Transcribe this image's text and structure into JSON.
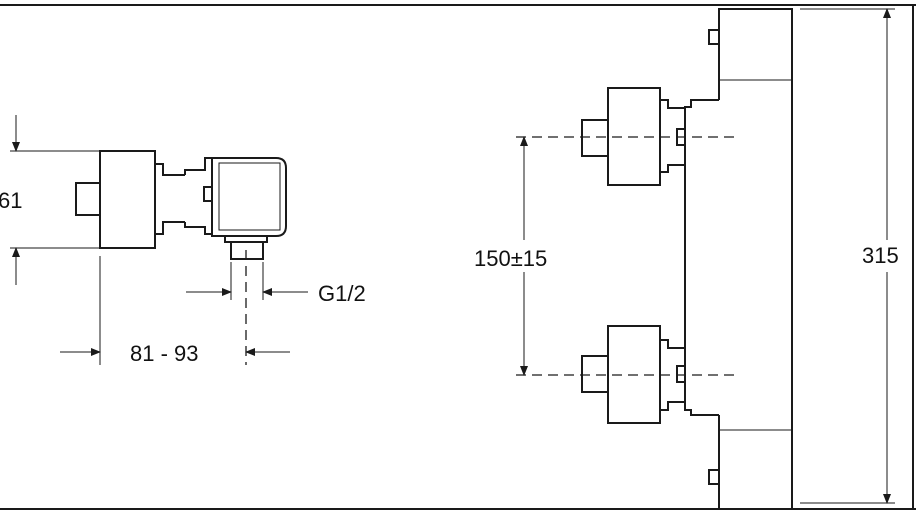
{
  "dimensions": {
    "height_left": "61",
    "thread": "G1/2",
    "depth": "81 - 93",
    "center_distance": "150±15",
    "overall_height": "315"
  },
  "colors": {
    "line": "#1a1a1a",
    "text": "#111111",
    "background": "#ffffff"
  }
}
